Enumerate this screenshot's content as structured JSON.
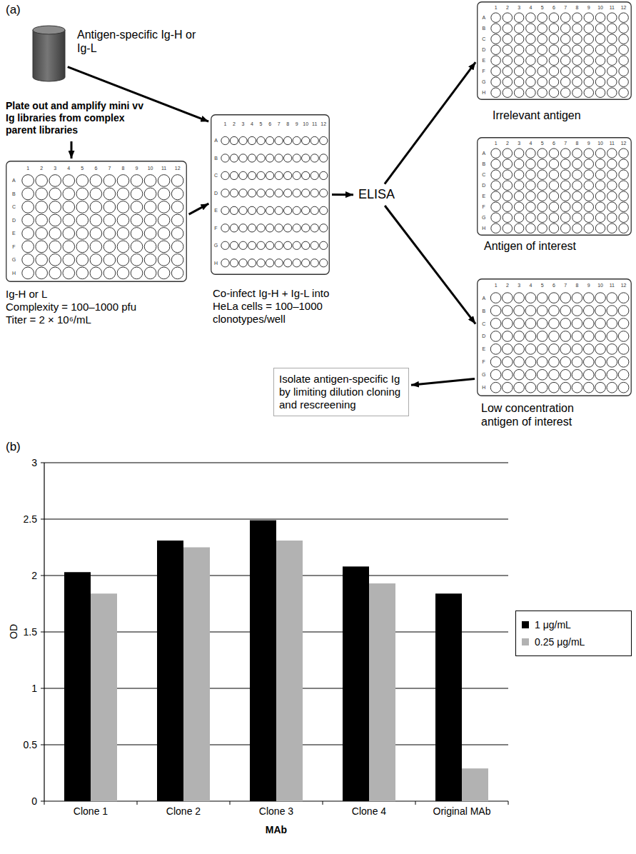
{
  "diagram": {
    "nodes": [
      {
        "text": [
          "Antigen-specific Ig-H or Ig-L"
        ]
      },
      {
        "text": [
          "Ig-H or L",
          "Complexity = 100–1000 pfu",
          "Titer = 2 × 10⁶/mL"
        ]
      },
      {
        "text": [
          "Co-infect Ig-H + Ig-L into HeLa cells = 100–1000 clonotypes/well"
        ]
      },
      {
        "text": [
          "ELISA"
        ]
      },
      {
        "text": [
          "Irrelevant antigen"
        ]
      },
      {
        "text": [
          "Antigen of interest"
        ]
      },
      {
        "text": [
          "Low concentration antigen of interest"
        ]
      },
      {
        "text": [
          "Isolate antigen-specific Ig by limiting dilution cloning and rescreening"
        ]
      }
    ],
    "edges": [
      {
        "from": 0,
        "to": 2,
        "arrow": "to"
      },
      {
        "from": 1,
        "to": 2,
        "arrow": "to"
      },
      {
        "from": 2,
        "to": 3,
        "arrow": "to"
      },
      {
        "from": 3,
        "to": 4,
        "arrow": "to"
      },
      {
        "from": 3,
        "to": 6,
        "arrow": "to"
      },
      {
        "from": 6,
        "to": 7,
        "arrow": "to"
      }
    ],
    "labels": [
      "(a)",
      "Plate out and amplify mini vv Ig libraries from complex parent libraries",
      "(b)",
      "0",
      "0.5",
      "1",
      "1.5",
      "2",
      "2.5",
      "3",
      "OD",
      "Clone 1",
      "Clone 2",
      "Clone 3",
      "Clone 4",
      "Original MAb",
      "MAb",
      "1",
      "2",
      "3",
      "4",
      "5",
      "6",
      "7",
      "8",
      "9",
      "10",
      "11",
      "12",
      "A",
      "B",
      "C",
      "D",
      "E",
      "F",
      "G",
      "H",
      "1",
      "2",
      "3",
      "4",
      "5",
      "6",
      "7",
      "8",
      "9",
      "10",
      "11",
      "12",
      "A",
      "B",
      "C",
      "D",
      "E",
      "F",
      "G",
      "H",
      "1",
      "2",
      "3",
      "4",
      "5",
      "6",
      "7",
      "8",
      "9",
      "10",
      "11",
      "12",
      "A",
      "B",
      "C",
      "D",
      "E",
      "F",
      "G",
      "H",
      "1",
      "2",
      "3",
      "4",
      "5",
      "6",
      "7",
      "8",
      "9",
      "10",
      "11",
      "12",
      "A",
      "B",
      "C",
      "D",
      "E",
      "F",
      "G",
      "H",
      "1",
      "2",
      "3",
      "4",
      "5",
      "6",
      "7",
      "8",
      "9",
      "10",
      "11",
      "12",
      "A",
      "B",
      "C",
      "D",
      "E",
      "F",
      "G",
      "H"
    ],
    "legend": [
      {
        "text": "1 μg/mL",
        "color": "#000000"
      },
      {
        "text": "0.25 μg/mL",
        "color": "#b2b2b2"
      }
    ]
  }
}
